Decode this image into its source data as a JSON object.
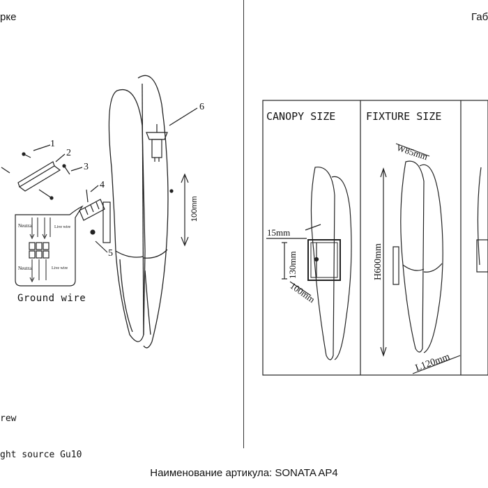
{
  "header": {
    "left_title": "рке",
    "right_title": "Габ"
  },
  "footer": {
    "article_label": "Наименование артикула: SONATA AP4"
  },
  "installation": {
    "callouts": [
      "1",
      "2",
      "3",
      "4",
      "5",
      "6"
    ],
    "height_dim": "100mm",
    "wiring_inset": {
      "neutral": "Neutral",
      "live": "Live wire"
    },
    "ground_wire": "Ground wire"
  },
  "legend_fragments": {
    "screw": "rew",
    "light_source": "ght source Gu10"
  },
  "dimensions": {
    "canopy_title": "CANOPY SIZE",
    "fixture_title": "FIXTURE SIZE",
    "canopy": {
      "depth": "15mm",
      "height": "130mm",
      "width": "100mm"
    },
    "fixture": {
      "width": "W85mm",
      "height": "H600mm",
      "depth": "L120mm"
    }
  }
}
